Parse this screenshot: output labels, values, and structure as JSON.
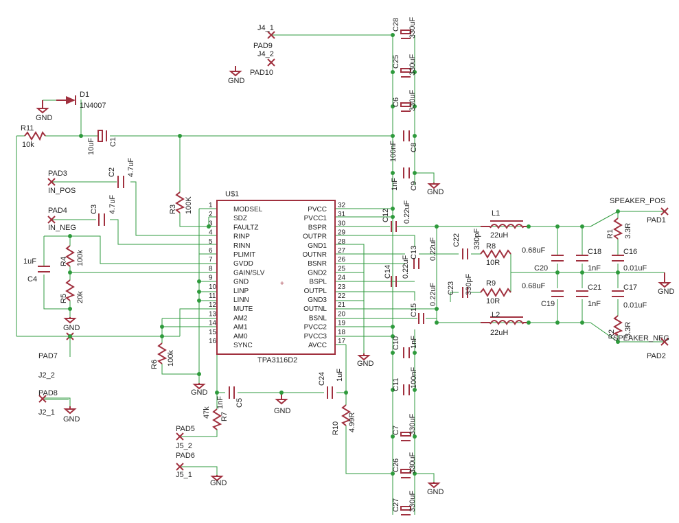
{
  "ic": {
    "ref": "U$1",
    "part": "TPA3116D2",
    "left_pins": [
      {
        "num": "1",
        "name": "MODSEL"
      },
      {
        "num": "2",
        "name": "SDZ"
      },
      {
        "num": "3",
        "name": "FAULTZ"
      },
      {
        "num": "4",
        "name": "RINP"
      },
      {
        "num": "5",
        "name": "RINN"
      },
      {
        "num": "6",
        "name": "PLIMIT"
      },
      {
        "num": "7",
        "name": "GVDD"
      },
      {
        "num": "8",
        "name": "GAIN/SLV"
      },
      {
        "num": "9",
        "name": "GND"
      },
      {
        "num": "10",
        "name": "LINP"
      },
      {
        "num": "11",
        "name": "LINN"
      },
      {
        "num": "12",
        "name": "MUTE"
      },
      {
        "num": "13",
        "name": "AM2"
      },
      {
        "num": "14",
        "name": "AM1"
      },
      {
        "num": "15",
        "name": "AM0"
      },
      {
        "num": "16",
        "name": "SYNC"
      }
    ],
    "right_pins": [
      {
        "num": "32",
        "name": "PVCC"
      },
      {
        "num": "31",
        "name": "PVCC1"
      },
      {
        "num": "30",
        "name": "BSPR"
      },
      {
        "num": "29",
        "name": "OUTPR"
      },
      {
        "num": "28",
        "name": "GND1"
      },
      {
        "num": "27",
        "name": "OUTNR"
      },
      {
        "num": "26",
        "name": "BSNR"
      },
      {
        "num": "25",
        "name": "GND2"
      },
      {
        "num": "24",
        "name": "BSPL"
      },
      {
        "num": "23",
        "name": "OUTPL"
      },
      {
        "num": "22",
        "name": "GND3"
      },
      {
        "num": "21",
        "name": "OUTNL"
      },
      {
        "num": "20",
        "name": "BSNL"
      },
      {
        "num": "19",
        "name": "PVCC2"
      },
      {
        "num": "18",
        "name": "PVCC3"
      },
      {
        "num": "17",
        "name": "AVCC"
      }
    ]
  },
  "labels": [
    {
      "id": "j4_1",
      "text": "J4_1"
    },
    {
      "id": "pad9",
      "text": "PAD9"
    },
    {
      "id": "j4_2",
      "text": "J4_2"
    },
    {
      "id": "pad10",
      "text": "PAD10"
    },
    {
      "id": "gnd_j4",
      "text": "GND"
    },
    {
      "id": "d1",
      "text": "D1"
    },
    {
      "id": "in4007",
      "text": "1N4007"
    },
    {
      "id": "gnd_d1",
      "text": "GND"
    },
    {
      "id": "r11",
      "text": "R11"
    },
    {
      "id": "r11v",
      "text": "10k"
    },
    {
      "id": "c1v",
      "text": "10uF"
    },
    {
      "id": "c1",
      "text": "C1"
    },
    {
      "id": "pad3",
      "text": "PAD3"
    },
    {
      "id": "in_pos",
      "text": "IN_POS"
    },
    {
      "id": "c2",
      "text": "C2"
    },
    {
      "id": "c2v",
      "text": "4.7uF"
    },
    {
      "id": "pad4",
      "text": "PAD4"
    },
    {
      "id": "in_neg",
      "text": "IN_NEG"
    },
    {
      "id": "c3",
      "text": "C3"
    },
    {
      "id": "c3v",
      "text": "4.7uF"
    },
    {
      "id": "r3",
      "text": "R3"
    },
    {
      "id": "r3v",
      "text": "100K"
    },
    {
      "id": "c4v",
      "text": "1uF"
    },
    {
      "id": "c4",
      "text": "C4"
    },
    {
      "id": "r4",
      "text": "R4"
    },
    {
      "id": "r4v",
      "text": "100k"
    },
    {
      "id": "r5",
      "text": "R5"
    },
    {
      "id": "r5v",
      "text": "20k"
    },
    {
      "id": "gnd_r5",
      "text": "GND"
    },
    {
      "id": "pad7",
      "text": "PAD7"
    },
    {
      "id": "j2_2",
      "text": "J2_2"
    },
    {
      "id": "pad8",
      "text": "PAD8"
    },
    {
      "id": "j2_1",
      "text": "J2_1"
    },
    {
      "id": "gnd_j2",
      "text": "GND"
    },
    {
      "id": "r6",
      "text": "R6"
    },
    {
      "id": "r6v",
      "text": "100k"
    },
    {
      "id": "gnd_u1",
      "text": "GND"
    },
    {
      "id": "c5",
      "text": "C5"
    },
    {
      "id": "r7v",
      "text": "47k"
    },
    {
      "id": "r7",
      "text": "R7"
    },
    {
      "id": "r7c",
      "text": "1nF"
    },
    {
      "id": "gnd_c5",
      "text": "GND"
    },
    {
      "id": "c24",
      "text": "C24"
    },
    {
      "id": "c24v",
      "text": "1uF"
    },
    {
      "id": "r10",
      "text": "R10"
    },
    {
      "id": "r10v",
      "text": "4.99R"
    },
    {
      "id": "pad5",
      "text": "PAD5"
    },
    {
      "id": "j5_2",
      "text": "J5_2"
    },
    {
      "id": "pad6",
      "text": "PAD6"
    },
    {
      "id": "j5_1",
      "text": "J5_1"
    },
    {
      "id": "gnd_j5",
      "text": "GND"
    },
    {
      "id": "c28",
      "text": "C28"
    },
    {
      "id": "c28v",
      "text": "330uF"
    },
    {
      "id": "c25",
      "text": "C25"
    },
    {
      "id": "c25v",
      "text": "330uF"
    },
    {
      "id": "c6",
      "text": "C6"
    },
    {
      "id": "c6v",
      "text": "330uF"
    },
    {
      "id": "c8v",
      "text": "100nF"
    },
    {
      "id": "c8",
      "text": "C8"
    },
    {
      "id": "c9v",
      "text": "1nF"
    },
    {
      "id": "c9",
      "text": "C9"
    },
    {
      "id": "gnd_c9",
      "text": "GND"
    },
    {
      "id": "c12",
      "text": "C12"
    },
    {
      "id": "c12v",
      "text": "0.22uF"
    },
    {
      "id": "c13",
      "text": "C13"
    },
    {
      "id": "c13v",
      "text": "0.22uF"
    },
    {
      "id": "c14",
      "text": "C14"
    },
    {
      "id": "c14v",
      "text": "0.22uF"
    },
    {
      "id": "c15",
      "text": "C15"
    },
    {
      "id": "c15v",
      "text": "0.22uF"
    },
    {
      "id": "c10",
      "text": "C10"
    },
    {
      "id": "c10v",
      "text": "1nF"
    },
    {
      "id": "c11",
      "text": "C11"
    },
    {
      "id": "c11v",
      "text": "100nF"
    },
    {
      "id": "c7",
      "text": "C7"
    },
    {
      "id": "c7v",
      "text": "330uF"
    },
    {
      "id": "c26",
      "text": "C26"
    },
    {
      "id": "c26v",
      "text": "330uF"
    },
    {
      "id": "c27",
      "text": "C27"
    },
    {
      "id": "c27v",
      "text": "330uF"
    },
    {
      "id": "gnd_c26",
      "text": "GND"
    },
    {
      "id": "gnd_ic",
      "text": "GND"
    },
    {
      "id": "l1",
      "text": "L1"
    },
    {
      "id": "l1v",
      "text": "22uH"
    },
    {
      "id": "l2",
      "text": "L2"
    },
    {
      "id": "l2v",
      "text": "22uH"
    },
    {
      "id": "c22",
      "text": "C22"
    },
    {
      "id": "c22v",
      "text": "330pF"
    },
    {
      "id": "r8",
      "text": "R8"
    },
    {
      "id": "r8v",
      "text": "10R"
    },
    {
      "id": "c23",
      "text": "C23"
    },
    {
      "id": "c23v",
      "text": "330pF"
    },
    {
      "id": "r9",
      "text": "R9"
    },
    {
      "id": "r9v",
      "text": "10R"
    },
    {
      "id": "c18v1",
      "text": "0.68uF"
    },
    {
      "id": "c18",
      "text": "C18"
    },
    {
      "id": "c20",
      "text": "C20"
    },
    {
      "id": "c18v2",
      "text": "1nF"
    },
    {
      "id": "c19v1",
      "text": "0.68uF"
    },
    {
      "id": "c21",
      "text": "C21"
    },
    {
      "id": "c19",
      "text": "C19"
    },
    {
      "id": "c21v",
      "text": "1nF"
    },
    {
      "id": "spk_pos",
      "text": "SPEAKER_POS"
    },
    {
      "id": "pad1",
      "text": "PAD1"
    },
    {
      "id": "r1",
      "text": "R1"
    },
    {
      "id": "r1v",
      "text": "3.3R"
    },
    {
      "id": "c16",
      "text": "C16"
    },
    {
      "id": "c16v",
      "text": "0.01uF"
    },
    {
      "id": "gnd_out",
      "text": "GND"
    },
    {
      "id": "c17",
      "text": "C17"
    },
    {
      "id": "c17v",
      "text": "0.01uF"
    },
    {
      "id": "r2",
      "text": "R2"
    },
    {
      "id": "r2v",
      "text": "3.3R"
    },
    {
      "id": "spk_neg",
      "text": "SPEAKER_NEG"
    },
    {
      "id": "pad2",
      "text": "PAD2"
    }
  ],
  "colors": {
    "wire": "#2e9a3c",
    "part": "#a0303e",
    "text": "#222222"
  }
}
